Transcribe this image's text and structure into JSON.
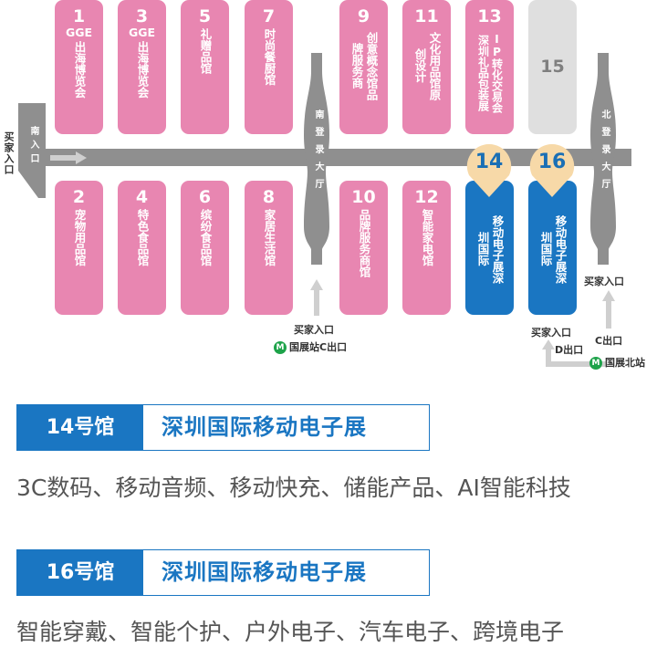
{
  "map": {
    "halls_top_left": [
      {
        "num": "1",
        "prefix": "GGE",
        "label": "出海博览会"
      },
      {
        "num": "3",
        "prefix": "GGE",
        "label": "出海博览会"
      },
      {
        "num": "5",
        "prefix": "",
        "label": "礼赠品馆"
      },
      {
        "num": "7",
        "prefix": "",
        "label": "时尚餐厨馆"
      }
    ],
    "halls_top_right": [
      {
        "num": "9",
        "label": "创意概念馆品牌服务商"
      },
      {
        "num": "11",
        "label": "文化用品馆原创设计"
      },
      {
        "num": "13",
        "label": "IP转化交易会深圳礼品包装展"
      },
      {
        "num": "15",
        "label": ""
      }
    ],
    "halls_bottom_left": [
      {
        "num": "2",
        "label": "宠物用品馆"
      },
      {
        "num": "4",
        "label": "特色食品馆"
      },
      {
        "num": "6",
        "label": "缤纷食品馆"
      },
      {
        "num": "8",
        "label": "家居生活馆"
      }
    ],
    "halls_bottom_right": [
      {
        "num": "10",
        "label": "品牌服务商馆"
      },
      {
        "num": "12",
        "label": "智能家电馆"
      }
    ],
    "highlight_halls": [
      {
        "num": "14",
        "label": "移动电子展深圳国际"
      },
      {
        "num": "16",
        "label": "移动电子展深圳国际"
      }
    ],
    "south_entrance": "南入口",
    "buyer_entrance_left": "买家入口",
    "south_lobby": "南登录大厅",
    "north_lobby": "北登录大厅",
    "south_buyer_entrance": "买家入口",
    "south_metro": "国展站C出口",
    "north_buyer_entrance_d": "买家入口",
    "north_buyer_entrance_c": "买家入口",
    "exit_d": "D出口",
    "exit_c": "C出口",
    "north_metro": "国展北站",
    "metro_icon": "metro-icon"
  },
  "sections": [
    {
      "tag": "14号馆",
      "title": "深圳国际移动电子展",
      "desc": "3C数码、移动音频、移动快充、储能产品、AI智能科技"
    },
    {
      "tag": "16号馆",
      "title": "深圳国际移动电子展",
      "desc": "智能穿戴、智能个护、户外电子、汽车电子、跨境电子"
    }
  ],
  "colors": {
    "pink": "#e886b1",
    "blue": "#1a76c2",
    "badge": "#f7d9a8",
    "road": "#8f8f8f",
    "metro": "#1ea34a"
  }
}
